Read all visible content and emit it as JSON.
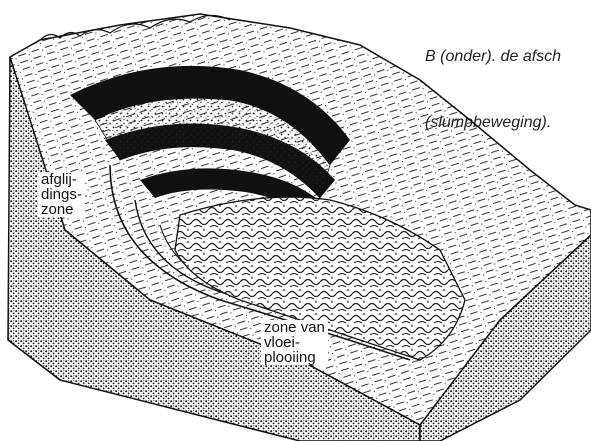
{
  "caption": {
    "line1": "B (onder). de afsch",
    "line2": "(slumpbeweging)."
  },
  "labels": {
    "sliding_zone": "afglij-\ndings-\nzone",
    "flow_fold_zone": "zone van\nvloei-\nplooiing"
  }
}
